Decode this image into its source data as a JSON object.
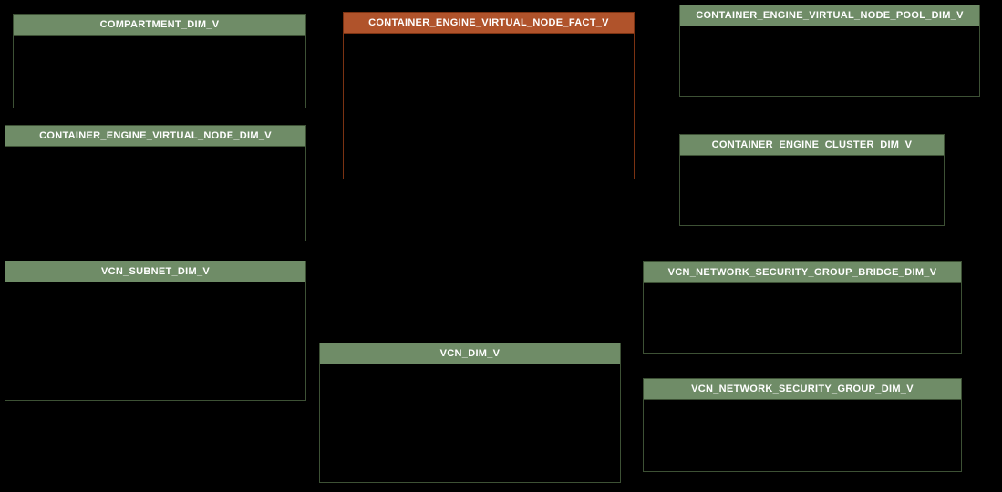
{
  "diagram": {
    "colors": {
      "canvas_bg": "#000000",
      "dimension_header": "#6F8C67",
      "dimension_border": "#3D5135",
      "fact_header": "#B0532B",
      "fact_border": "#7B3212",
      "title_text": "#FFFFFF",
      "body_fill": "#000000"
    },
    "tables": [
      {
        "name": "COMPARTMENT_DIM_V",
        "type": "dimension"
      },
      {
        "name": "CONTAINER_ENGINE_VIRTUAL_NODE_FACT_V",
        "type": "fact"
      },
      {
        "name": "CONTAINER_ENGINE_VIRTUAL_NODE_POOL_DIM_V",
        "type": "dimension"
      },
      {
        "name": "CONTAINER_ENGINE_VIRTUAL_NODE_DIM_V",
        "type": "dimension"
      },
      {
        "name": "CONTAINER_ENGINE_CLUSTER_DIM_V",
        "type": "dimension"
      },
      {
        "name": "VCN_SUBNET_DIM_V",
        "type": "dimension"
      },
      {
        "name": "VCN_NETWORK_SECURITY_GROUP_BRIDGE_DIM_V",
        "type": "dimension"
      },
      {
        "name": "VCN_DIM_V",
        "type": "dimension"
      },
      {
        "name": "VCN_NETWORK_SECURITY_GROUP_DIM_V",
        "type": "dimension"
      }
    ]
  }
}
